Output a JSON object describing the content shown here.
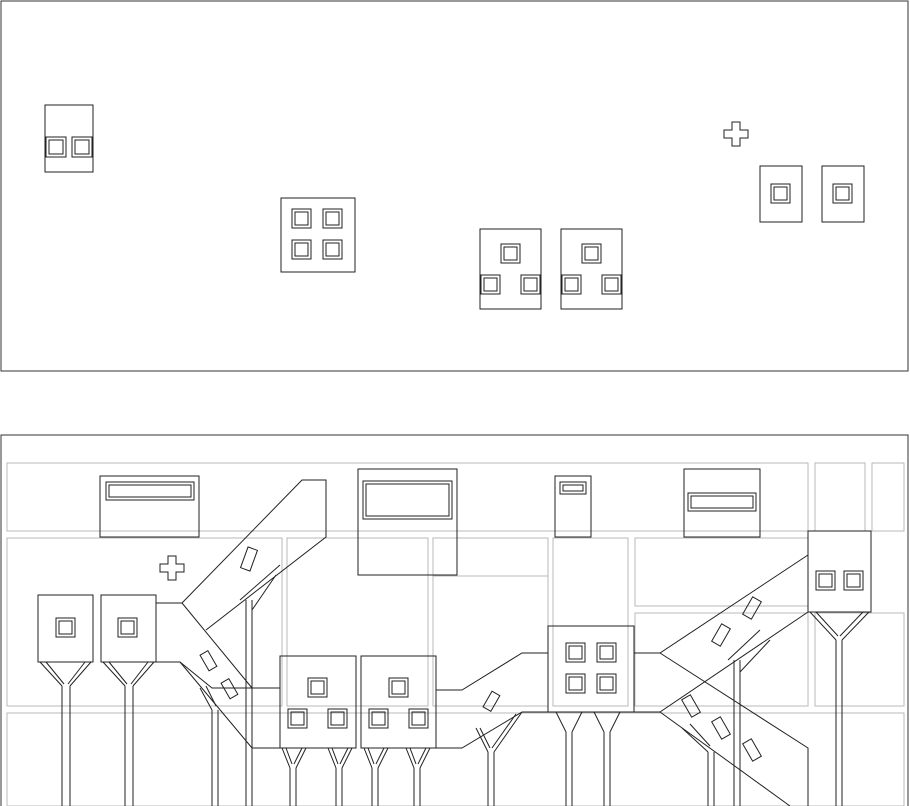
{
  "drawing": {
    "title": "",
    "views": [
      {
        "name": "plan-view",
        "label": ""
      },
      {
        "name": "elevation-view",
        "label": ""
      }
    ],
    "colors": {
      "line": "#222222",
      "frame": "#333333",
      "panel_grid": "#b8b8b8",
      "background": "#ffffff"
    },
    "symbols": [
      {
        "type": "crosshair-marker",
        "view": "plan-view"
      },
      {
        "type": "crosshair-marker",
        "view": "elevation-view"
      }
    ],
    "plan_units": [
      {
        "name": "unit-double-window",
        "windows": 2
      },
      {
        "name": "unit-quad-window",
        "windows": 4
      },
      {
        "name": "unit-triple-window-a",
        "windows": 3
      },
      {
        "name": "unit-triple-window-b",
        "windows": 3
      },
      {
        "name": "unit-single-window-a",
        "windows": 1
      },
      {
        "name": "unit-single-window-b",
        "windows": 1
      }
    ],
    "elevation_pods": [
      {
        "name": "pod-single-a",
        "windows": 1
      },
      {
        "name": "pod-single-b",
        "windows": 1
      },
      {
        "name": "pod-triple-a",
        "windows": 3
      },
      {
        "name": "pod-triple-b",
        "windows": 3
      },
      {
        "name": "pod-quad",
        "windows": 4
      },
      {
        "name": "pod-double-high",
        "windows": 2
      }
    ],
    "signboards": [
      {
        "name": "signboard-left",
        "text": ""
      },
      {
        "name": "signboard-center-large",
        "text": ""
      },
      {
        "name": "signboard-narrow",
        "text": ""
      },
      {
        "name": "signboard-right",
        "text": ""
      }
    ]
  }
}
